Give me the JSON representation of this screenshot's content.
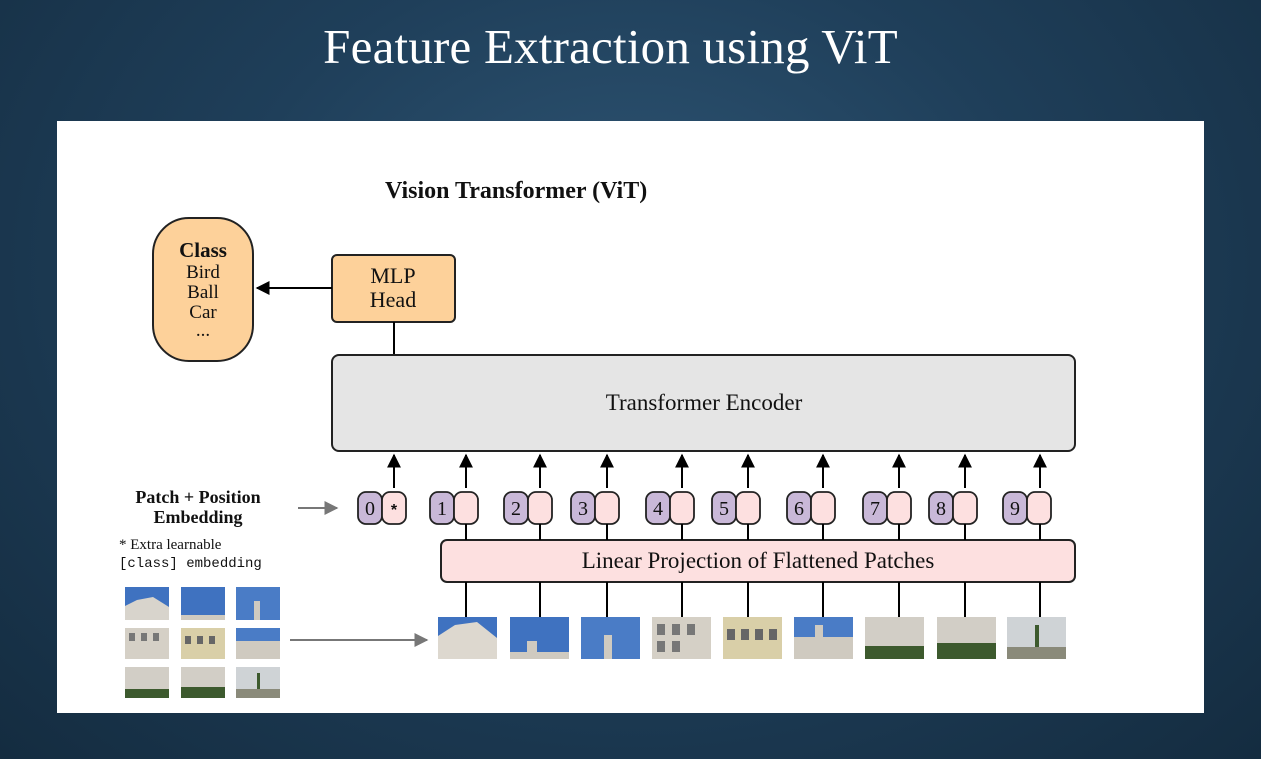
{
  "slide": {
    "title": "Feature Extraction using ViT"
  },
  "diagram": {
    "title": "Vision Transformer (ViT)",
    "class_box": {
      "heading": "Class",
      "items": [
        "Bird",
        "Ball",
        "Car",
        "..."
      ]
    },
    "mlp_head": {
      "line1": "MLP",
      "line2": "Head"
    },
    "encoder": {
      "label": "Transformer Encoder"
    },
    "patch_embed_label": {
      "line1": "Patch + Position",
      "line2": "Embedding"
    },
    "extra_note": {
      "line1": "* Extra learnable",
      "line2": "[class] embedding"
    },
    "tokens": [
      "0",
      "1",
      "2",
      "3",
      "4",
      "5",
      "6",
      "7",
      "8",
      "9"
    ],
    "class_token_symbol": "*",
    "projection": {
      "label": "Linear Projection of Flattened Patches"
    },
    "colors": {
      "orange": "#fdd19a",
      "purple": "#c9b8d8",
      "pink": "#fde0e0",
      "gray": "#e5e5e5",
      "sky": "#3f72c0"
    }
  }
}
